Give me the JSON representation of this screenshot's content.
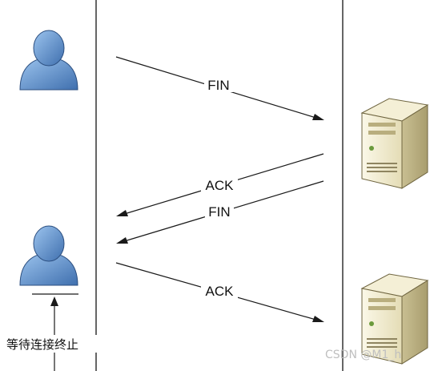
{
  "messages": [
    {
      "label": "FIN",
      "direction": "client-to-server"
    },
    {
      "label": "ACK",
      "direction": "server-to-client"
    },
    {
      "label": "FIN",
      "direction": "server-to-client"
    },
    {
      "label": "ACK",
      "direction": "client-to-server"
    }
  ],
  "wait_label": "等待连接终止",
  "watermark": "CSDN @M1_h",
  "icons": {
    "client": "user-icon",
    "server": "server-icon"
  },
  "colors": {
    "user_fill": "#5b8fcb",
    "server_fill": "#ece5c6",
    "line": "#1a1a1a"
  }
}
